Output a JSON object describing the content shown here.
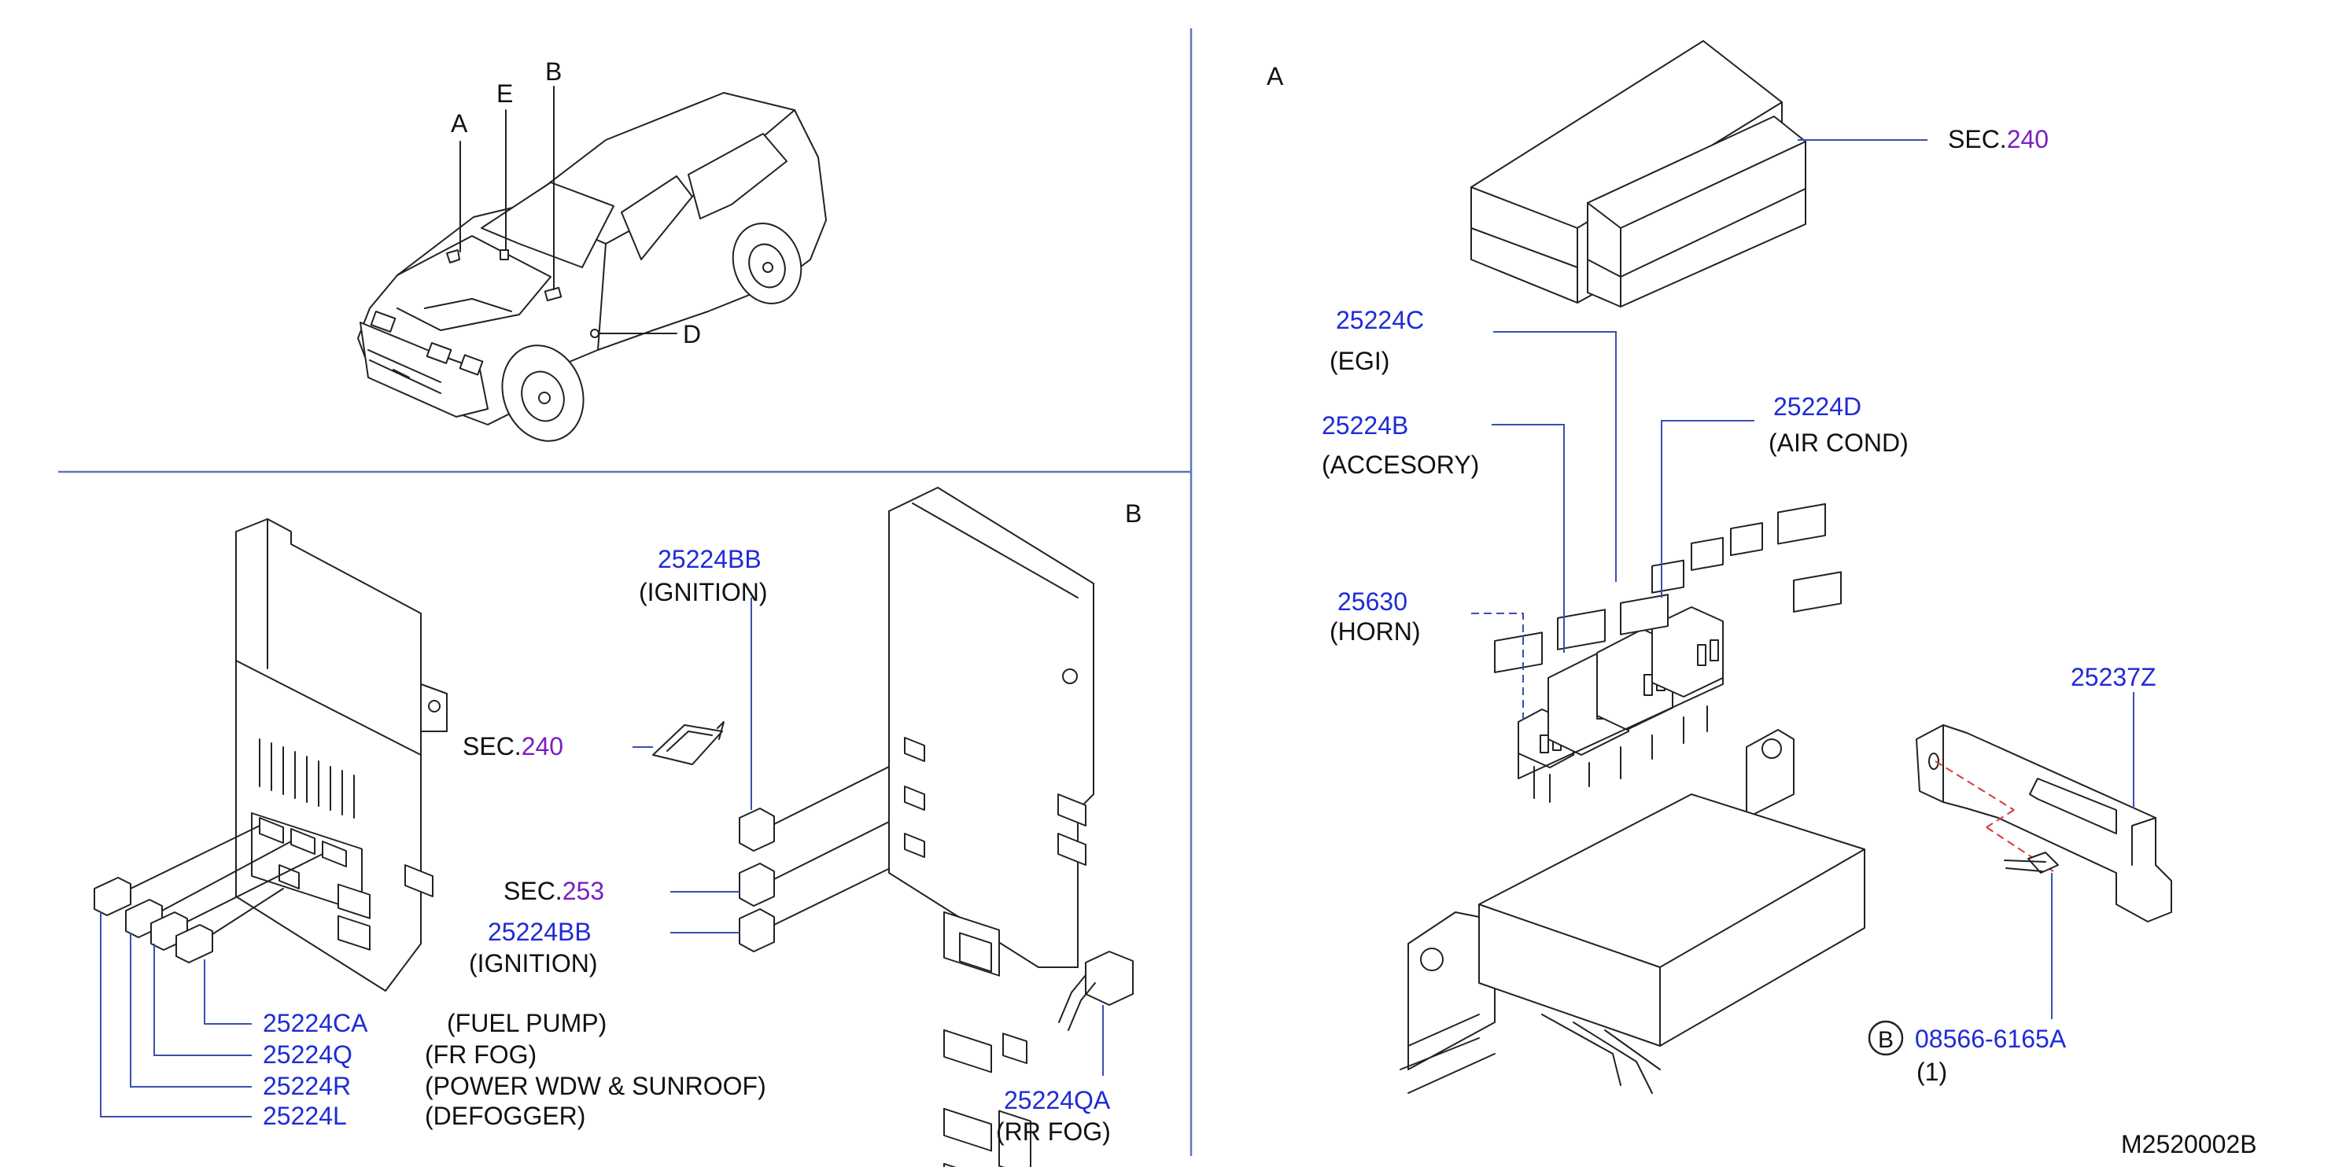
{
  "colors": {
    "part_number": "#1f2bd6",
    "section_number": "#7a1fc2",
    "text": "#111111",
    "divider": "#5a78b8"
  },
  "views": {
    "a": "A",
    "b": "B",
    "d": "D",
    "e": "E"
  },
  "labels": {
    "l_25224C": "25224C",
    "l_EGI": "(EGI)",
    "l_25224B": "25224B",
    "l_ACCESORY": "(ACCESORY)",
    "l_25224D": "25224D",
    "l_AIRCOND": "(AIR   COND)",
    "l_25630": "25630",
    "l_HORN": "(HORN)",
    "l_25237Z": "25237Z",
    "l_B_circle": "B",
    "l_08566": "08566-6165A",
    "l_qty": "(1)",
    "l_25224BB_1": "25224BB",
    "l_IGNITION_1": "(IGNITION)",
    "l_25224BB_2": "25224BB",
    "l_IGNITION_2": "(IGNITION)",
    "l_25224CA": "25224CA",
    "l_FUELPUMP": "(FUEL   PUMP)",
    "l_25224Q": "25224Q",
    "l_FRFOG": "(FR   FOG)",
    "l_25224R": "25224R",
    "l_POWERWDW": "(POWER   WDW   &   SUNROOF)",
    "l_25224L": "25224L",
    "l_DEFOGGER": "(DEFOGGER)",
    "l_25224QA": "25224QA",
    "l_RRFOG": "(RR   FOG)",
    "l_diagram_code": "M2520002B"
  },
  "sec_refs": {
    "top": {
      "prefix": "SEC.",
      "num": "240"
    },
    "mid": {
      "prefix": "SEC.",
      "num": "240"
    },
    "low": {
      "prefix": "SEC.",
      "num": "253"
    }
  }
}
